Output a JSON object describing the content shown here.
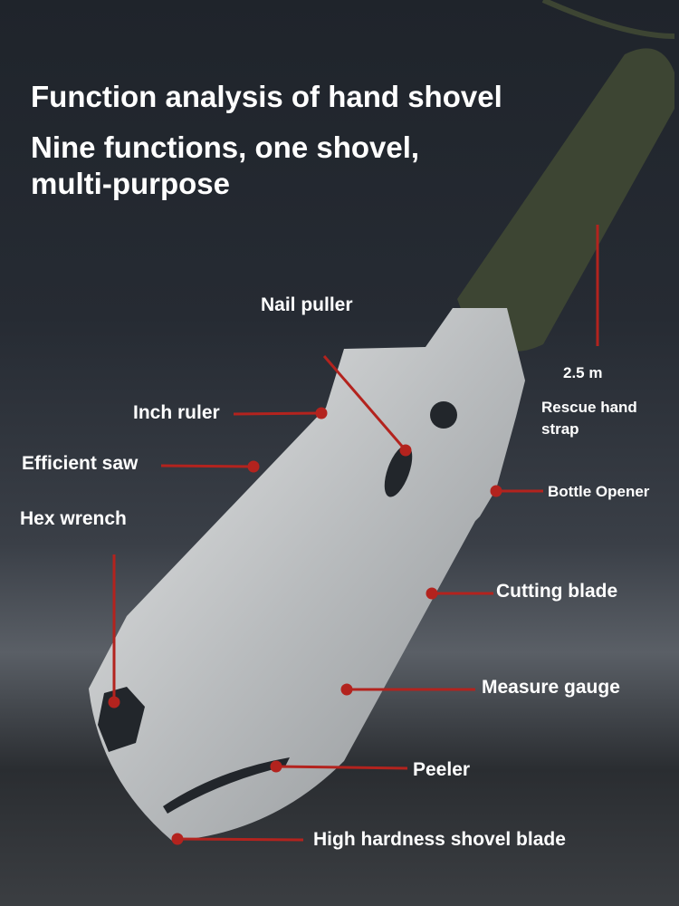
{
  "title": {
    "line1": "Function analysis of hand shovel",
    "line2": "Nine functions, one shovel,",
    "line3": "multi-purpose"
  },
  "labels": {
    "nail_puller": "Nail puller",
    "strap_length": "2.5 m",
    "rescue_strap_1": "Rescue hand",
    "rescue_strap_2": "strap",
    "inch_ruler": "Inch ruler",
    "efficient_saw": "Efficient saw",
    "bottle_opener": "Bottle Opener",
    "hex_wrench": "Hex wrench",
    "cutting_blade": "Cutting blade",
    "measure_gauge": "Measure gauge",
    "peeler": "Peeler",
    "shovel_blade": "High hardness shovel blade"
  },
  "colors": {
    "leader_line": "#b3231e",
    "text": "#ffffff",
    "handle": "#3d4533",
    "blade": "#c9cbcc"
  }
}
